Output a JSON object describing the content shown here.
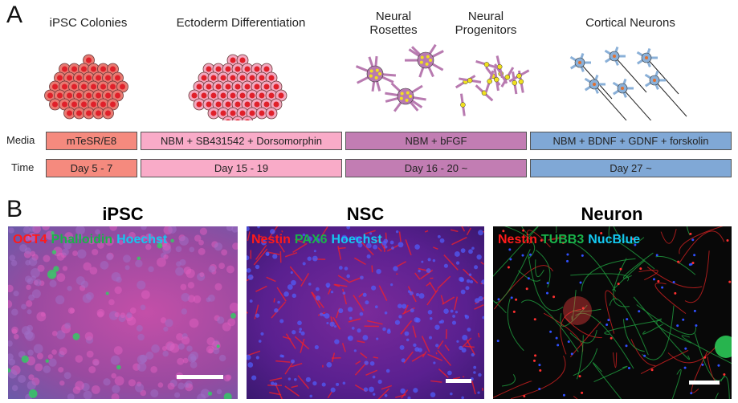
{
  "panel_a": {
    "letter": "A",
    "stages": [
      "iPSC Colonies",
      "Ectoderm Differentiation",
      "Neural Rosettes",
      "Neural Progenitors",
      "Cortical Neurons"
    ],
    "row_labels": {
      "media": "Media",
      "time": "Time"
    },
    "media": [
      "mTeSR/E8",
      "NBM + SB431542 + Dorsomorphin",
      "NBM + bFGF",
      "NBM + BDNF + GDNF + forskolin"
    ],
    "time": [
      "Day 5 - 7",
      "Day 15 - 19",
      "Day 16 - 20 ~",
      "Day 27 ~"
    ],
    "colors": [
      "#f58a7e",
      "#f9abc8",
      "#c27db3",
      "#80a8d6"
    ]
  },
  "panel_b": {
    "letter": "B",
    "images": [
      {
        "title": "iPSC",
        "stains": [
          {
            "text": "OCT4",
            "color": "#ff1a1a"
          },
          {
            "text": "Phalloidin",
            "color": "#19b34a"
          },
          {
            "text": "Hoechst",
            "color": "#14c8f0"
          }
        ]
      },
      {
        "title": "NSC",
        "stains": [
          {
            "text": "Nestin",
            "color": "#ff1a1a"
          },
          {
            "text": "PAX6",
            "color": "#19b34a"
          },
          {
            "text": "Hoechst",
            "color": "#14c8f0"
          }
        ]
      },
      {
        "title": "Neuron",
        "stains": [
          {
            "text": "Nestin",
            "color": "#ff1a1a"
          },
          {
            "text": "TUBB3",
            "color": "#19b34a"
          },
          {
            "text": "NucBlue",
            "color": "#14c8f0"
          }
        ]
      }
    ]
  }
}
